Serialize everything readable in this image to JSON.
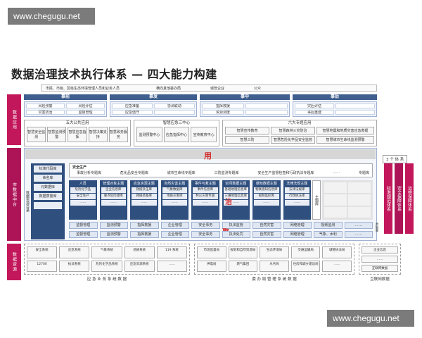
{
  "watermark": "www.chegugu.net",
  "title": "数据治理技术执行体系 — 四大能力构建",
  "access_bar": [
    "市民、市级、区级生态环境管理人员和业务人员",
    "横向其他委办局",
    "城管企业",
    "公众"
  ],
  "left_labels": {
    "app": "数据应用",
    "center": "市数据中台",
    "source": "数据资源"
  },
  "phases": [
    {
      "name": "事前",
      "items": [
        "风险预警",
        "风险评估",
        "灾害防治",
        "监督管理"
      ]
    },
    {
      "name": "事发",
      "items": [
        "应急准备",
        "协调联动",
        "应急值守",
        ""
      ]
    },
    {
      "name": "事中",
      "items": [
        "指挥救援",
        "",
        "资源调度",
        ""
      ]
    },
    {
      "name": "事后",
      "items": [
        "灾后评估",
        "",
        "事后重建",
        ""
      ]
    }
  ],
  "app_groups": {
    "public": {
      "title": "五大公共应用",
      "items": [
        "智慧安全监测",
        "智慧监测预警",
        "智慧应急指挥",
        "智慧决策支持",
        "智慧政务服务"
      ]
    },
    "center": {
      "title": "智慧应急三中心",
      "items": [
        "监测预警中心",
        "应急指挥中心",
        "宣传教育中心"
      ]
    },
    "special": {
      "title": "六大专题应用",
      "items": [
        "智慧宣传教育",
        "智慧森林火灾防治",
        "智慧地震和地质灾害应急救援",
        "智慧三防",
        "智慧危险化学品安全监管",
        "智慧城市生命线监测预警"
      ]
    }
  },
  "center_area": {
    "gray_char": "用",
    "left_items": [
      "标准代码库",
      "命名库",
      "元数据库",
      "数据质量库",
      ""
    ],
    "side_label": "数据资源目录",
    "topic_head": "安全生产",
    "topics": [
      "事故分析专题库",
      "危化品安全专题库",
      "城市生命线专题库",
      "三防监测专题库",
      "安全生产监督检查和行政执法专题库",
      "……"
    ],
    "topic_right": "专题库",
    "themes": [
      {
        "title": "人员",
        "items": [
          "危险化学品",
          "安全生产",
          "……"
        ]
      },
      {
        "title": "管理对象主题",
        "items": [
          "企业信息库",
          "重点危险源库",
          "……"
        ]
      },
      {
        "title": "应急资源主题",
        "items": [
          "救援队伍库",
          "救援装备库",
          "……"
        ]
      },
      {
        "title": "自然灾害主题",
        "items": [
          "气象数据库",
          "地质灾害库",
          "……"
        ]
      },
      {
        "title": "事件与救主题",
        "items": [
          "事件信息库",
          "林火灾害专题",
          "……"
        ]
      },
      {
        "title": "空间数据主题",
        "items": [
          "基础地理信息库",
          "三维地理信息库",
          "……"
        ]
      },
      {
        "title": "感知数据主题",
        "items": [
          "物联感知信息库",
          "视频监控库",
          "……"
        ]
      },
      {
        "title": "法律法规主题",
        "items": [
          "法律法规库",
          "行政执法库",
          "……"
        ]
      }
    ],
    "zhi_char": "治",
    "zhuti_label": "主题库",
    "row_pre": [
      "监督管理",
      "监测预警",
      "指挥救援",
      "企业管理",
      "安全事务",
      "执法监管",
      "自然灾害",
      "网络管理",
      "视频监测",
      "……"
    ],
    "row_base": [
      "监督管理",
      "监测预警",
      "指挥救援",
      "企业管理",
      "安全事务",
      "执法处罚",
      "自然灾害",
      "网络管理",
      "气象、水利",
      "……"
    ],
    "ju_char": "聚",
    "row_pre_label": "原始库",
    "systems_caption": "3 个 体 系",
    "right_systems": [
      "标准规范体系",
      "安全保障体系",
      "运维保障体系"
    ]
  },
  "sources": {
    "left": {
      "items": [
        "安全系统",
        "应急系统",
        "气象系统",
        "地质系统",
        "119 系统",
        "12700",
        "执法系统",
        "危险化学品系统",
        "应急资源系统",
        "……"
      ],
      "caption": "应 急 业 务 系 统 数 据"
    },
    "middle": {
      "items": [
        "市场监督局",
        "规划和自然资源局",
        "生态环境局",
        "交通运输局",
        "城管执法局",
        "供电局",
        "燃气集团",
        "水务局",
        "住房和城乡建设局",
        "……"
      ],
      "caption": "委 办 局 管 理 系 统 数 据"
    },
    "right": {
      "items": [
        "企业信息",
        "……",
        "互联网数据"
      ],
      "caption": "互联网数据"
    }
  },
  "colors": {
    "magenta": "#c2185b",
    "navy": "#2f4f7f",
    "accent_red": "#d32f2f"
  }
}
